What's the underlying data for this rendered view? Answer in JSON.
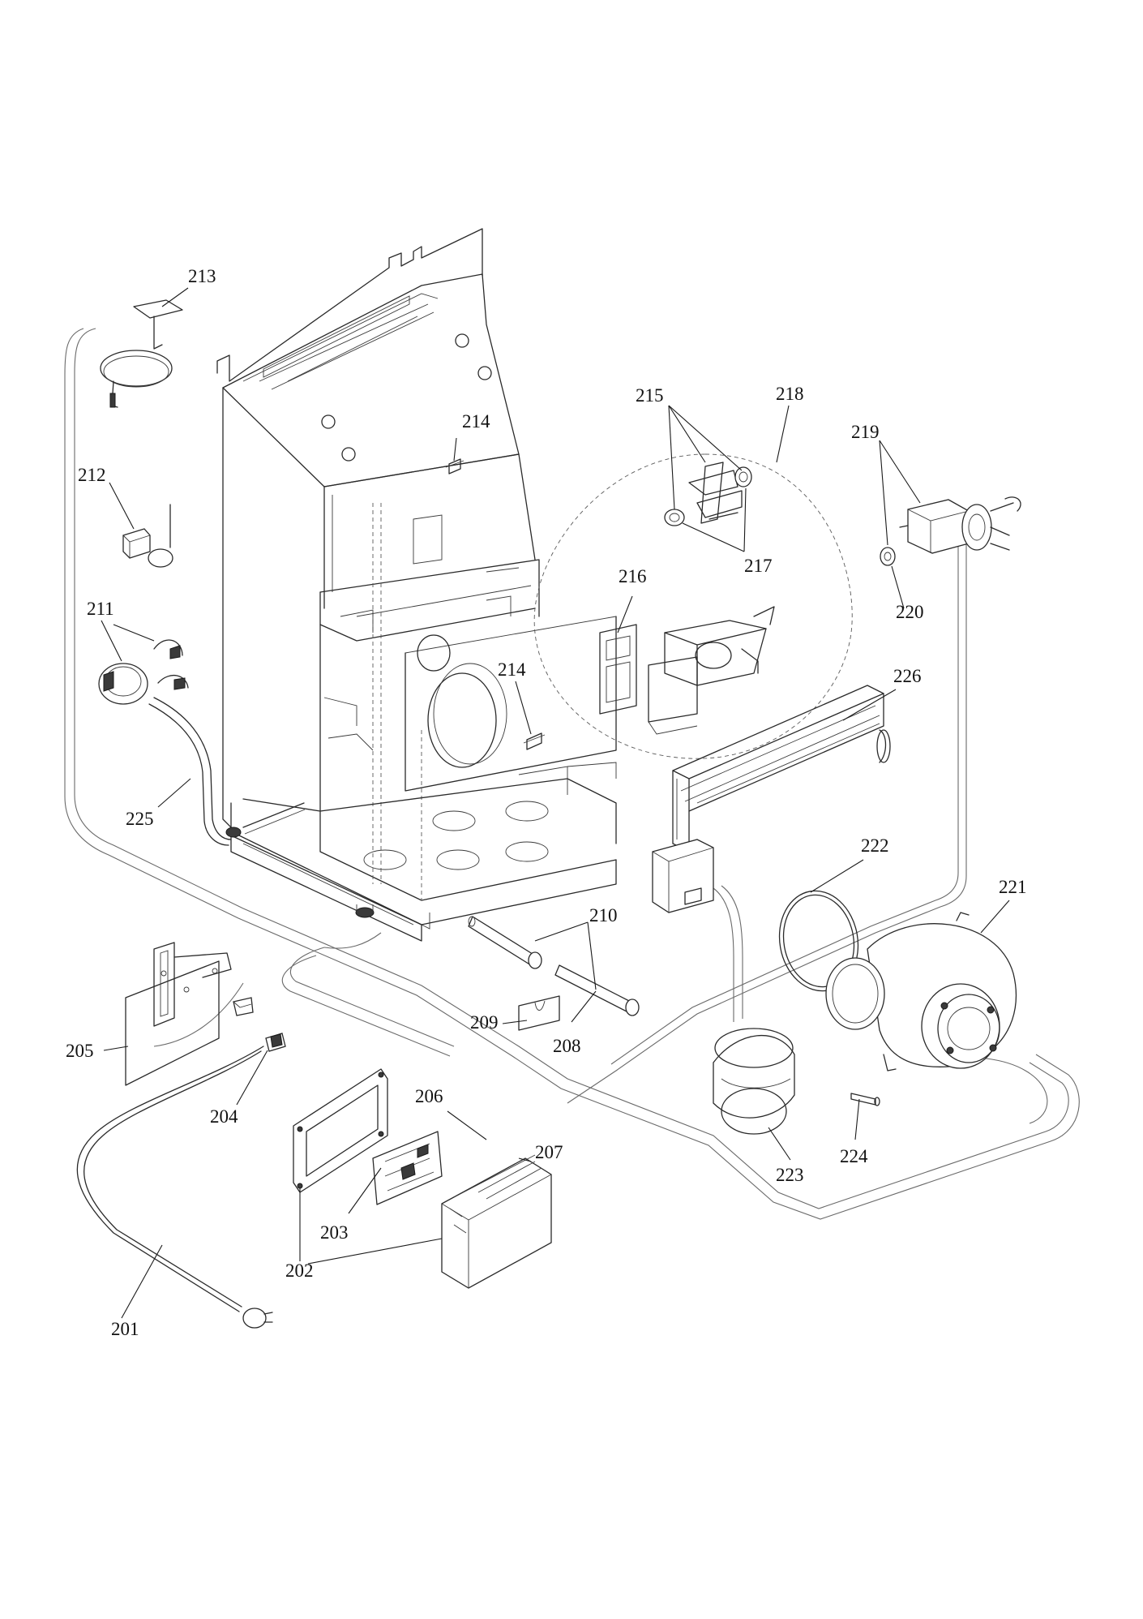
{
  "callouts": {
    "p201": "201",
    "p202": "202",
    "p203": "203",
    "p204": "204",
    "p205": "205",
    "p206": "206",
    "p207": "207",
    "p208": "208",
    "p209": "209",
    "p210": "210",
    "p211": "211",
    "p212": "212",
    "p213": "213",
    "p214_upper": "214",
    "p214_lower": "214",
    "p215": "215",
    "p216": "216",
    "p217": "217",
    "p218": "218",
    "p219": "219",
    "p220": "220",
    "p221": "221",
    "p222": "222",
    "p223": "223",
    "p224": "224",
    "p225": "225",
    "p226": "226"
  }
}
